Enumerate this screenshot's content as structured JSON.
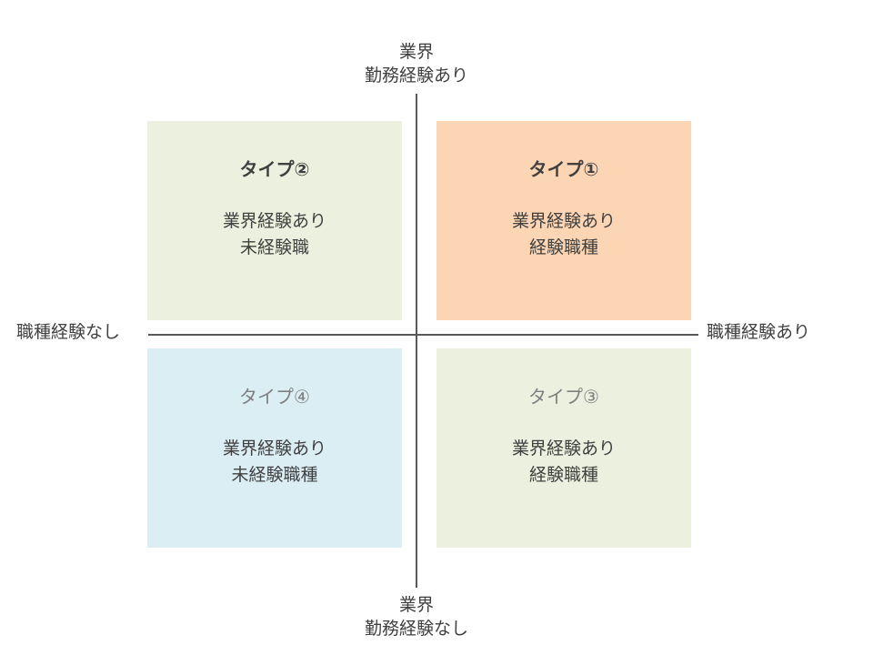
{
  "colors": {
    "type1_bg": "#fcd5b4",
    "type2_bg": "#ebf1de",
    "type3_bg": "#ebf1de",
    "type4_bg": "#dbeef4",
    "axis": "#595959",
    "text": "#404040"
  },
  "axes": {
    "top": {
      "line1": "業界",
      "line2": "勤務経験あり"
    },
    "bottom": {
      "line1": "業界",
      "line2": "勤務経験なし"
    },
    "left": "職種経験なし",
    "right": "職種経験あり"
  },
  "quadrants": {
    "top_left": {
      "title": "タイプ②",
      "line1": "業界経験あり",
      "line2": "未経験職"
    },
    "top_right": {
      "title": "タイプ①",
      "line1": "業界経験あり",
      "line2": "経験職種"
    },
    "bottom_left": {
      "title": "タイプ④",
      "line1": "業界経験あり",
      "line2": "未経験職種"
    },
    "bottom_right": {
      "title": "タイプ③",
      "line1": "業界経験あり",
      "line2": "経験職種"
    }
  }
}
